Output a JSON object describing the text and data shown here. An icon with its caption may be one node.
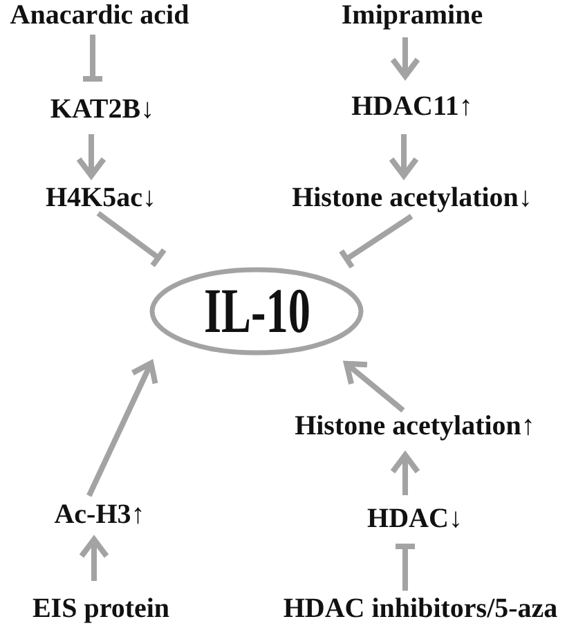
{
  "diagram": {
    "nodes": [
      {
        "text": [
          "Anacardic acid"
        ]
      },
      {
        "text": [
          "Imipramine"
        ]
      },
      {
        "text": [
          "KAT2B↓"
        ]
      },
      {
        "text": [
          "HDAC11↑"
        ]
      },
      {
        "text": [
          "H4K5ac↓"
        ]
      },
      {
        "text": [
          "Histone acetylation↓"
        ]
      },
      {
        "text": [
          "IL-10"
        ]
      },
      {
        "text": [
          "Histone acetylation↑"
        ]
      },
      {
        "text": [
          "Ac-H3↑"
        ]
      },
      {
        "text": [
          "HDAC↓"
        ]
      },
      {
        "text": [
          "EIS protein"
        ]
      },
      {
        "text": [
          "HDAC inhibitors/5-aza"
        ]
      }
    ],
    "edges": [
      {
        "from": 0,
        "to": 2,
        "arrow": "other"
      },
      {
        "from": 2,
        "to": 4,
        "arrow": "to"
      },
      {
        "from": 1,
        "to": 3,
        "arrow": "to"
      },
      {
        "from": 3,
        "to": 5,
        "arrow": "to"
      },
      {
        "from": 4,
        "to": 6,
        "arrow": "other"
      },
      {
        "from": 5,
        "to": 6,
        "arrow": "other"
      },
      {
        "from": 8,
        "to": 6,
        "arrow": "to"
      },
      {
        "from": 7,
        "to": 6,
        "arrow": "to"
      },
      {
        "from": 10,
        "to": 8,
        "arrow": "to"
      },
      {
        "from": 9,
        "to": 7,
        "arrow": "to"
      },
      {
        "from": 11,
        "to": 9,
        "arrow": "other"
      }
    ]
  }
}
